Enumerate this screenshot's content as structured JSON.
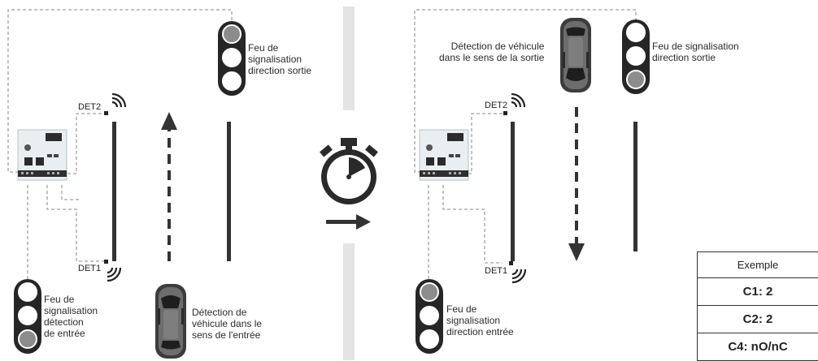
{
  "left_panel": {
    "top_light_label": [
      "Feu de",
      "signalisation",
      "direction sortie"
    ],
    "bottom_light_label": [
      "Feu de",
      "signalisation",
      "détection",
      "de entrée"
    ],
    "vehicle_label": [
      "Détection de",
      "véhicule dans le",
      "sens de l'entrée"
    ],
    "det_top": "DET2",
    "det_bottom": "DET1"
  },
  "right_panel": {
    "vehicle_label": [
      "Détection de véhicule",
      "dans le sens de la sortie"
    ],
    "top_light_label": [
      "Feu de signalisation",
      "direction sortie"
    ],
    "bottom_light_label": [
      "Feu de",
      "signalisation",
      "direction entrée"
    ],
    "det_top": "DET2",
    "det_bottom": "DET1"
  },
  "icons": {
    "timer": "stopwatch-icon",
    "transition": "arrow-right-icon"
  },
  "colors": {
    "line": "#333333",
    "wire": "#a0a0a0",
    "lamp_active": "#8c8c8c",
    "divider": "#e4e4e4"
  },
  "example_table": {
    "header": "Exemple",
    "rows": [
      "C1: 2",
      "C2: 2",
      "C4: nO/nC"
    ]
  }
}
